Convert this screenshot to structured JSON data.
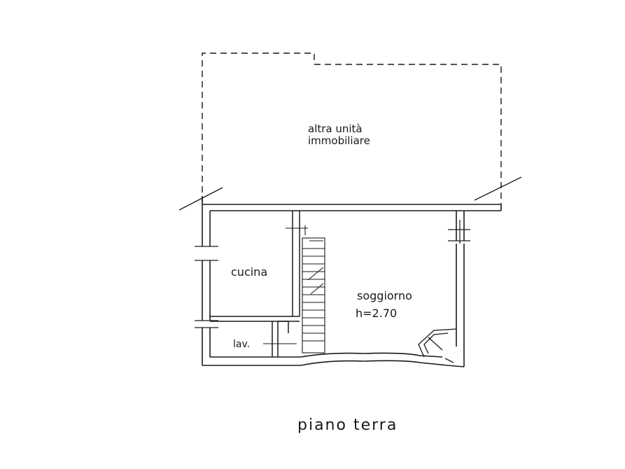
{
  "plan": {
    "neighbor_unit": {
      "line1": "altra unità",
      "line2": "immobiliare"
    },
    "rooms": {
      "kitchen": "cucina",
      "laundry": "lav.",
      "living_name": "soggiorno",
      "living_height": "h=2.70"
    },
    "floor_caption": "piano terra"
  },
  "colors": {
    "ink": "#1a1a1a",
    "paper": "#ffffff"
  }
}
